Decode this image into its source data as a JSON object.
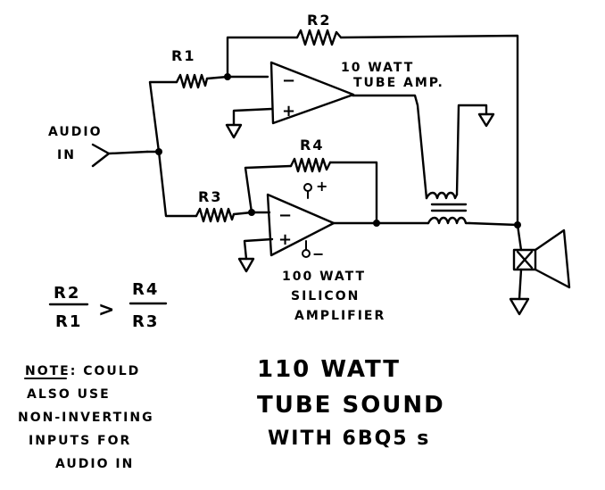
{
  "labels": {
    "r1": "R1",
    "r2": "R2",
    "r3": "R3",
    "r4": "R4",
    "minus": "−",
    "plus": "+",
    "supply_plus": "+",
    "supply_minus": "−"
  },
  "audio_in": {
    "line1": "AUDIO",
    "line2": "IN"
  },
  "tube_amp": {
    "line1": "10 WATT",
    "line2": "TUBE AMP."
  },
  "silicon_amp": {
    "line1": "100 WATT",
    "line2": "SILICON",
    "line3": "AMPLIFIER"
  },
  "ratio": {
    "r2": "R2",
    "r1": "R1",
    "gt": ">",
    "r4": "R4",
    "r3": "R3"
  },
  "note": {
    "line1": "NOTE: COULD",
    "line2": "ALSO USE",
    "line3": "NON-INVERTING",
    "line4": "INPUTS FOR",
    "line5": "AUDIO IN"
  },
  "title": {
    "line1": "110 WATT",
    "line2": "TUBE SOUND",
    "line3": "WITH 6BQ5 s"
  }
}
